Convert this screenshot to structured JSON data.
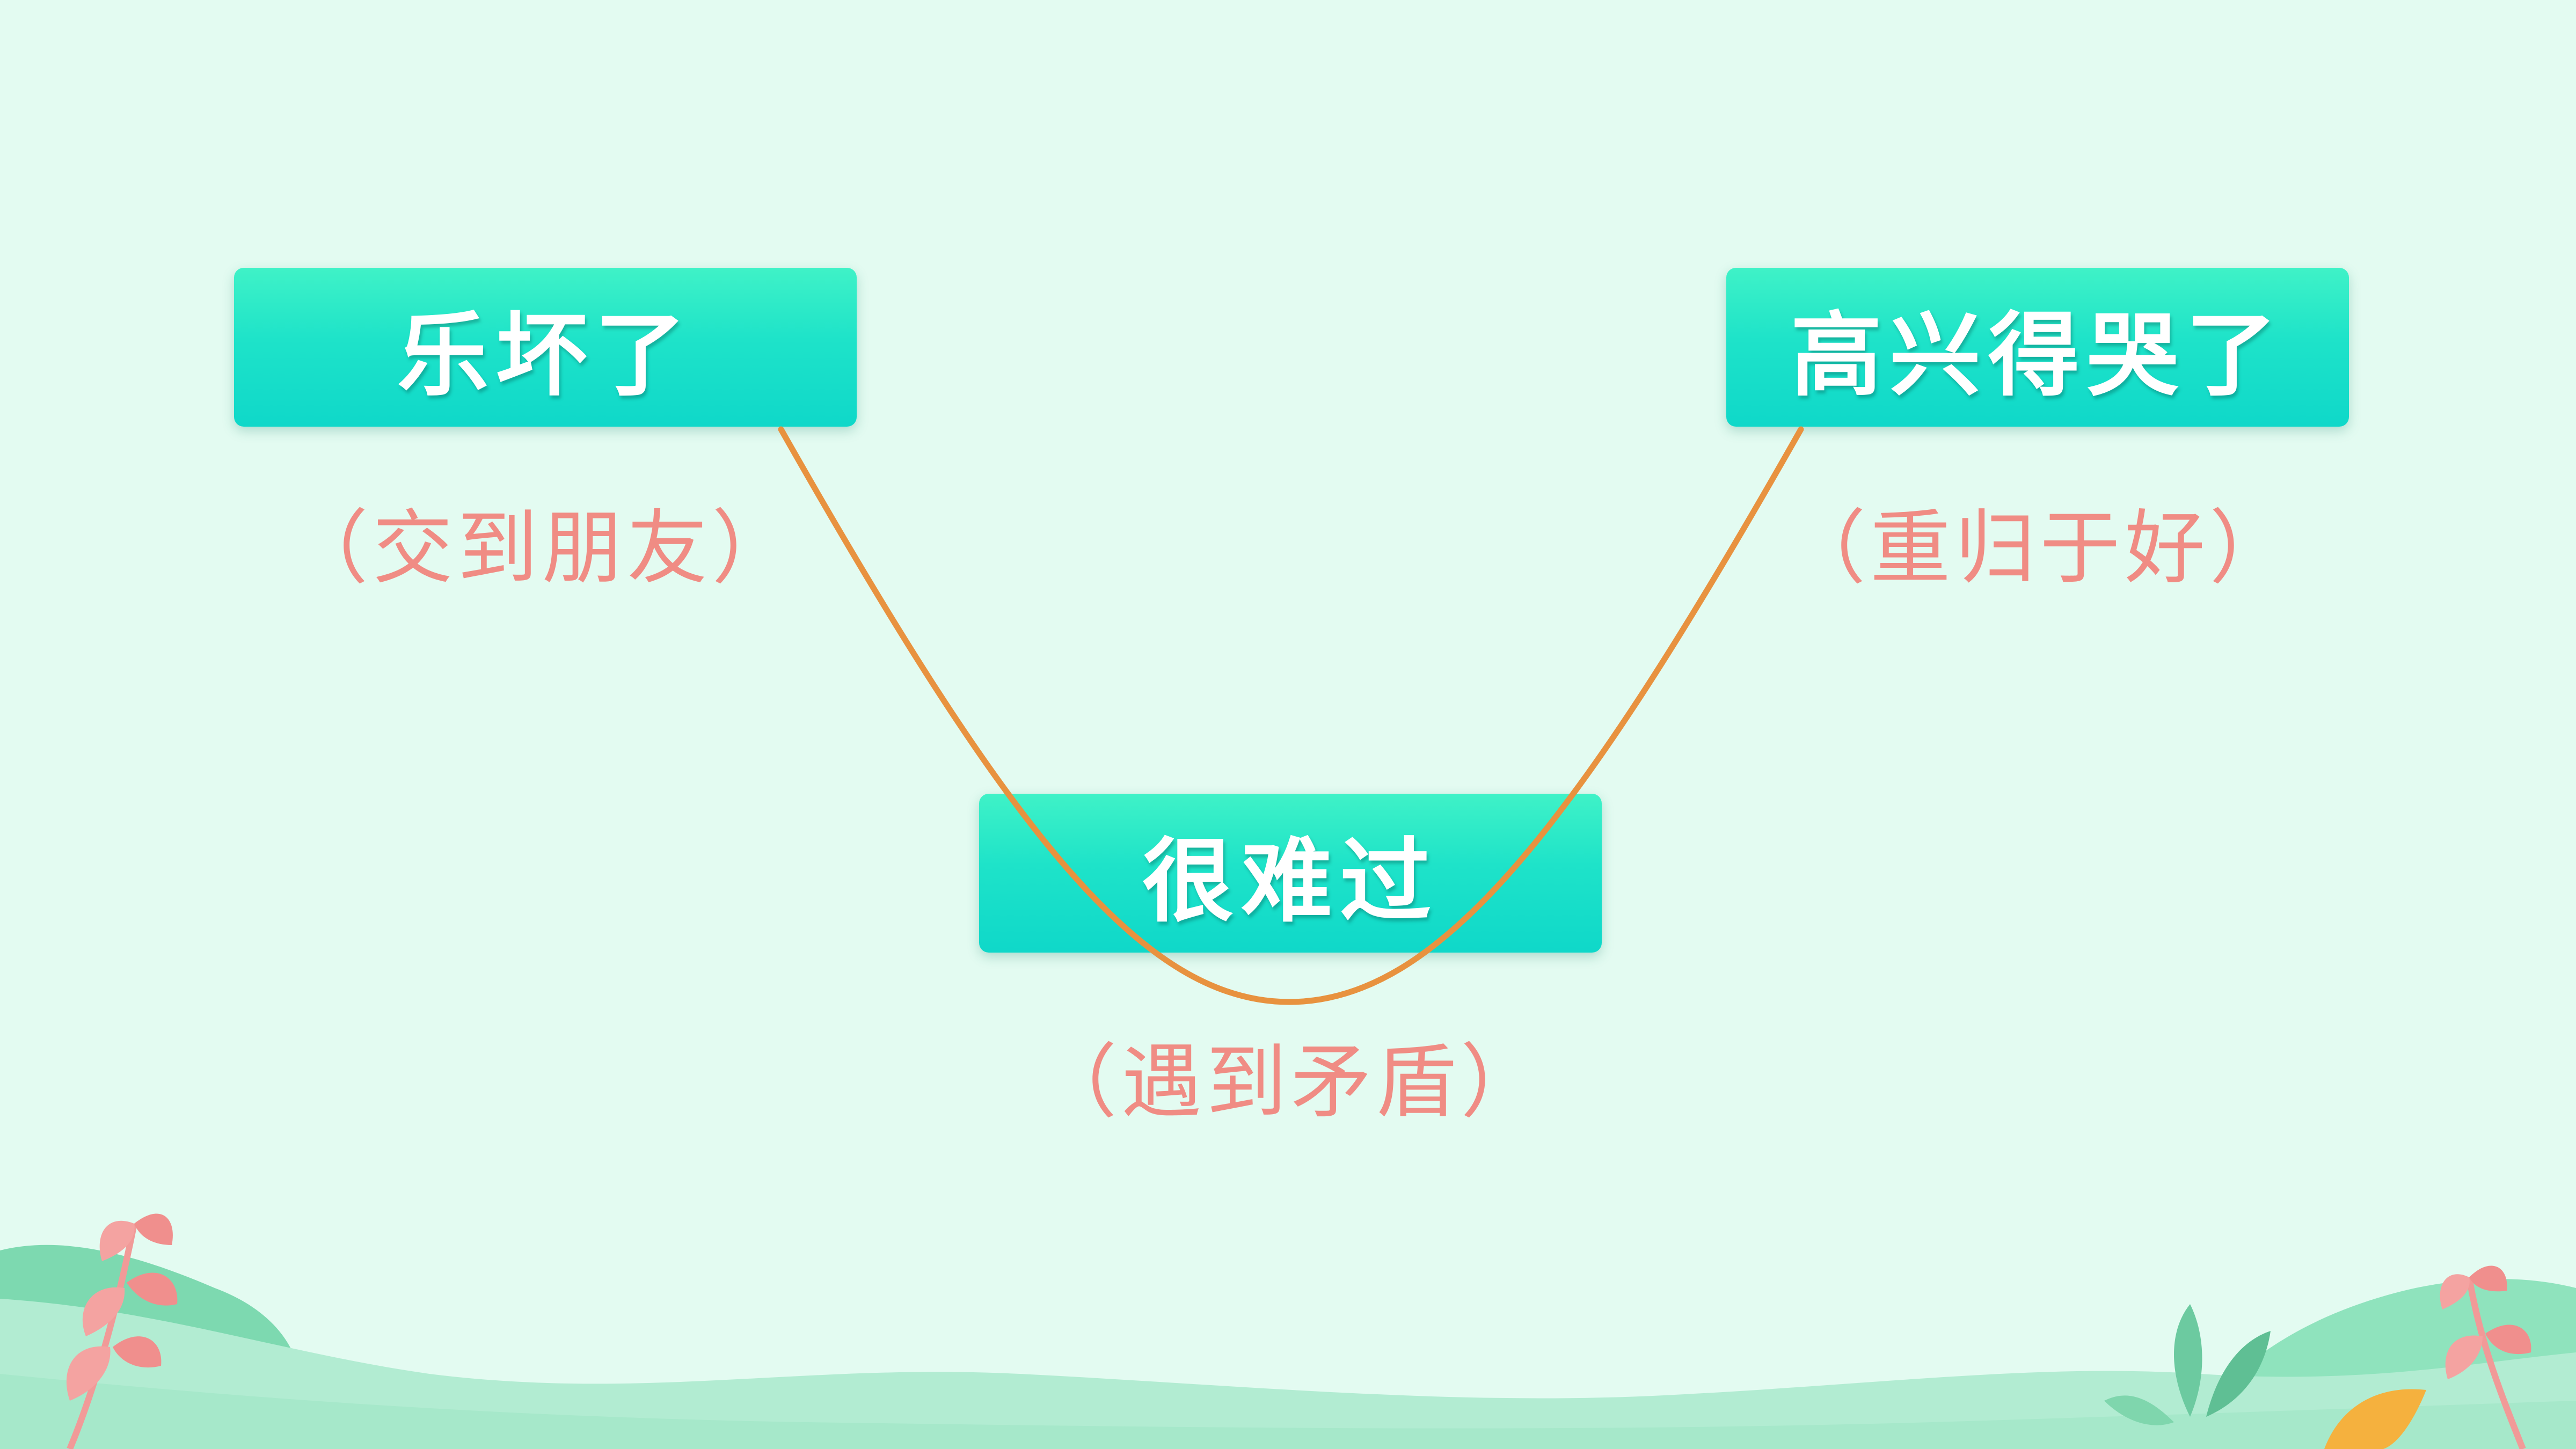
{
  "colors": {
    "background": "#e3fbf1",
    "box_fill": "#1ee3c9",
    "box_text": "#ffffff",
    "note_text": "#f08c84",
    "curve": "#e8923f"
  },
  "nodes": {
    "left": {
      "title": "乐坏了",
      "note": "（交到朋友）"
    },
    "middle": {
      "title": "很难过",
      "note": "（遇到矛盾）"
    },
    "right": {
      "title": "高兴得哭了",
      "note": "（重归于好）"
    }
  }
}
